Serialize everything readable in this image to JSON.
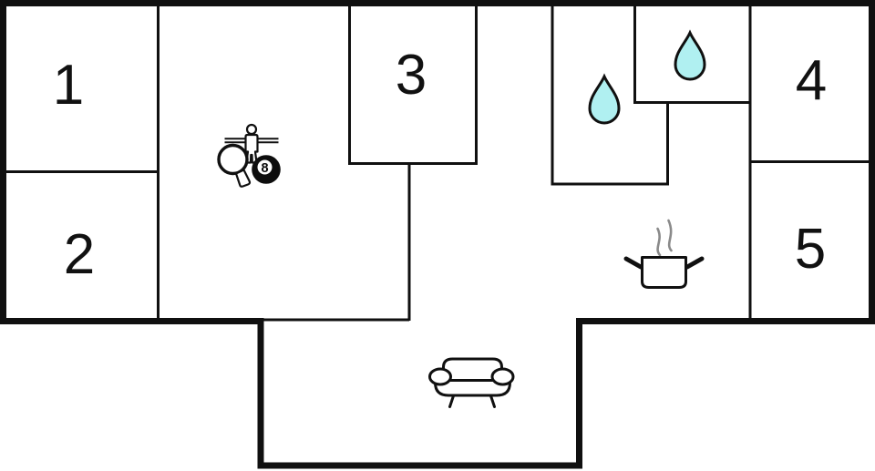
{
  "plan": {
    "type": "holiday-home-floor-plan",
    "rooms": [
      {
        "name": "room-1",
        "label": "1"
      },
      {
        "name": "room-2",
        "label": "2"
      },
      {
        "name": "room-3",
        "label": "3"
      },
      {
        "name": "room-4",
        "label": "4"
      },
      {
        "name": "room-5",
        "label": "5"
      },
      {
        "name": "game-room",
        "icons": [
          "table-tennis-paddle-icon",
          "foosball-player-icon",
          "eight-ball-icon"
        ]
      },
      {
        "name": "bathroom-1",
        "icons": [
          "water-drop-icon"
        ]
      },
      {
        "name": "bathroom-2",
        "icons": [
          "water-drop-icon"
        ]
      },
      {
        "name": "kitchen",
        "icons": [
          "cooking-pot-icon",
          "steam-icon"
        ]
      },
      {
        "name": "living-room",
        "icons": [
          "sofa-icon"
        ]
      }
    ],
    "eight_ball_number": "8",
    "colors": {
      "wall": "#101010",
      "floor": "#ffffff",
      "water_drop_fill": "#b0f0f1",
      "steam": "#8a8a8a",
      "label_text": "#111111"
    }
  }
}
